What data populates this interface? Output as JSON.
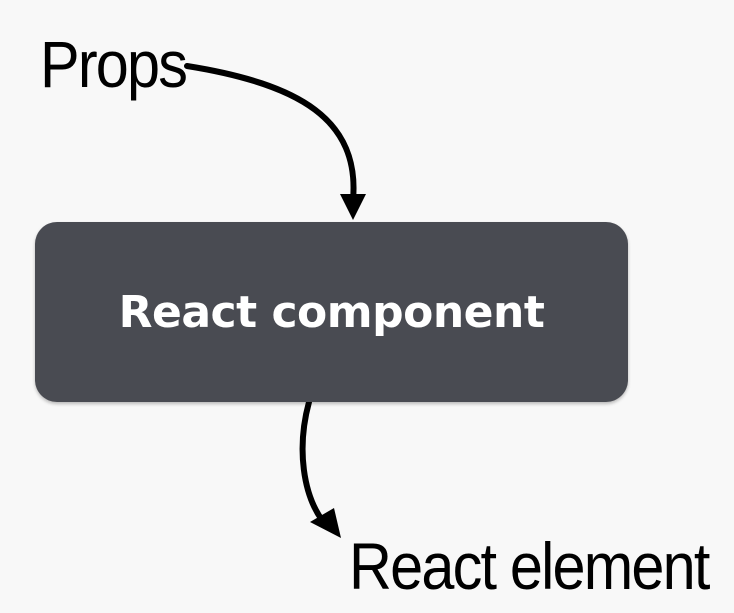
{
  "diagram": {
    "input_label": "Props",
    "component_label": "React component",
    "output_label": "React element",
    "colors": {
      "background": "#f8f8f8",
      "box_fill": "#494b52",
      "box_text": "#ffffff",
      "label_text": "#000000",
      "arrow": "#000000"
    }
  }
}
